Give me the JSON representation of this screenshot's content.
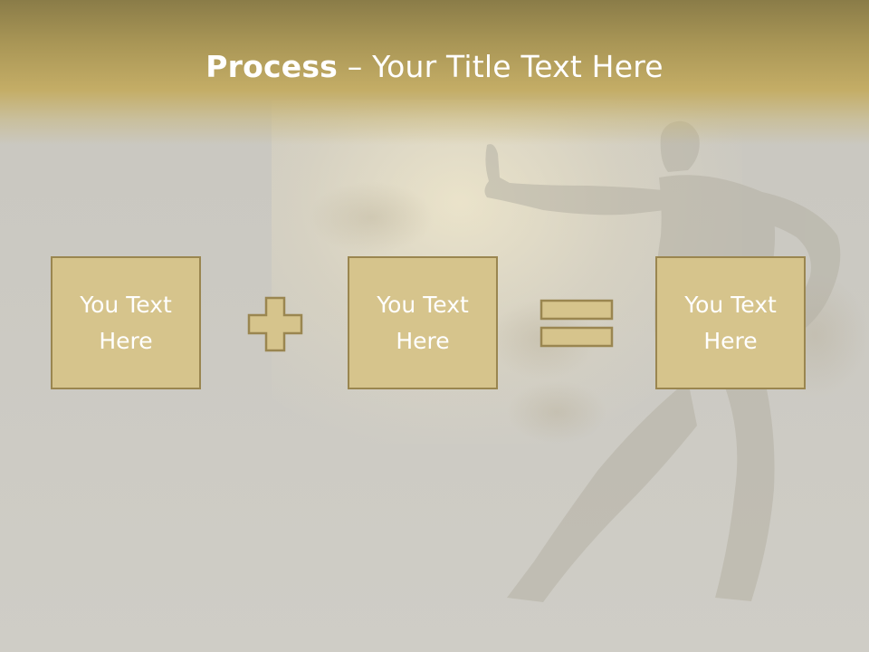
{
  "slide": {
    "title_bold": "Process",
    "title_rest": " – Your Title Text Here",
    "boxes": [
      {
        "label": "You Text\nHere"
      },
      {
        "label": "You Text\nHere"
      },
      {
        "label": "You Text\nHere"
      }
    ],
    "operators": [
      "plus",
      "equals"
    ]
  },
  "colors": {
    "header_gold": "#c4ad66",
    "box_fill": "#d6c48c",
    "box_border": "#9a8650",
    "text": "#ffffff"
  },
  "icons": [
    "plus-icon",
    "equals-icon"
  ]
}
